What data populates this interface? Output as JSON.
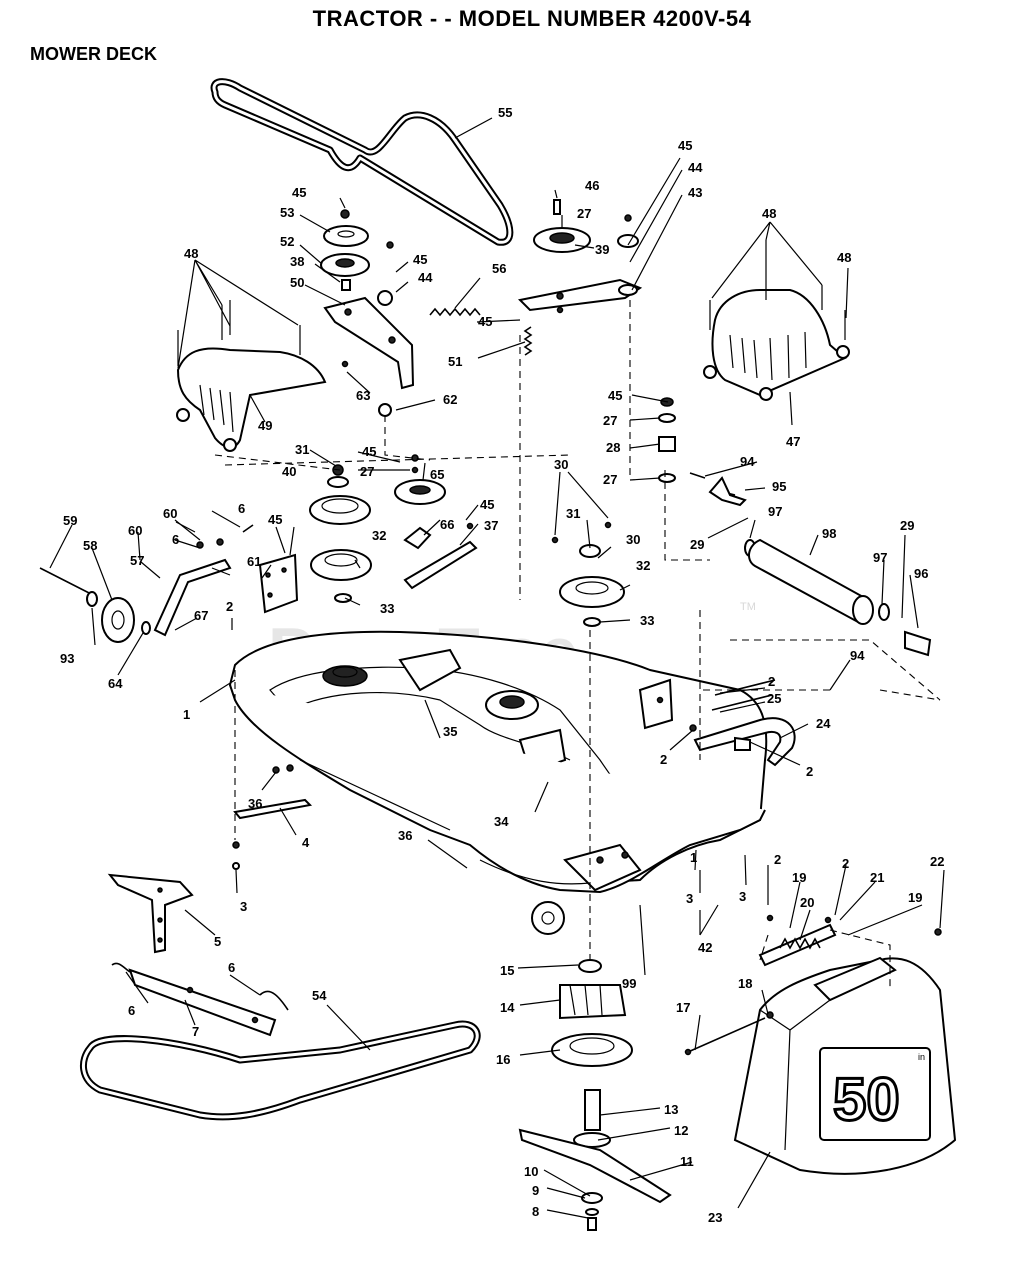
{
  "header": {
    "title": "TRACTOR - - MODEL NUMBER 4200V-54",
    "section": "MOWER DECK"
  },
  "watermark": {
    "text": "PartsTree",
    "trademark": "TM"
  },
  "badge": {
    "number": "50",
    "mark": "in"
  },
  "callouts": [
    {
      "id": "c55",
      "text": "55"
    },
    {
      "id": "c46",
      "text": "46"
    },
    {
      "id": "c45a",
      "text": "45"
    },
    {
      "id": "c44a",
      "text": "44"
    },
    {
      "id": "c43",
      "text": "43"
    },
    {
      "id": "c27a",
      "text": "27"
    },
    {
      "id": "c39",
      "text": "39"
    },
    {
      "id": "c45b",
      "text": "45"
    },
    {
      "id": "c53",
      "text": "53"
    },
    {
      "id": "c52",
      "text": "52"
    },
    {
      "id": "c38",
      "text": "38"
    },
    {
      "id": "c50",
      "text": "50"
    },
    {
      "id": "c45c",
      "text": "45"
    },
    {
      "id": "c44b",
      "text": "44"
    },
    {
      "id": "c56",
      "text": "56"
    },
    {
      "id": "c45d",
      "text": "45"
    },
    {
      "id": "c51",
      "text": "51"
    },
    {
      "id": "c48a",
      "text": "48"
    },
    {
      "id": "c48b",
      "text": "48"
    },
    {
      "id": "c48c",
      "text": "48"
    },
    {
      "id": "c47",
      "text": "47"
    },
    {
      "id": "c49",
      "text": "49"
    },
    {
      "id": "c63",
      "text": "63"
    },
    {
      "id": "c62",
      "text": "62"
    },
    {
      "id": "c45e",
      "text": "45"
    },
    {
      "id": "c27b",
      "text": "27"
    },
    {
      "id": "c28",
      "text": "28"
    },
    {
      "id": "c27c",
      "text": "27"
    },
    {
      "id": "c31a",
      "text": "31"
    },
    {
      "id": "c45f",
      "text": "45"
    },
    {
      "id": "c27d",
      "text": "27"
    },
    {
      "id": "c65",
      "text": "65"
    },
    {
      "id": "c40",
      "text": "40"
    },
    {
      "id": "c30a",
      "text": "30"
    },
    {
      "id": "c94a",
      "text": "94"
    },
    {
      "id": "c95",
      "text": "95"
    },
    {
      "id": "c6a",
      "text": "6"
    },
    {
      "id": "c60a",
      "text": "60"
    },
    {
      "id": "c45g",
      "text": "45"
    },
    {
      "id": "c66",
      "text": "66"
    },
    {
      "id": "c45h",
      "text": "45"
    },
    {
      "id": "c37",
      "text": "37"
    },
    {
      "id": "c31b",
      "text": "31"
    },
    {
      "id": "c30b",
      "text": "30"
    },
    {
      "id": "c29a",
      "text": "29"
    },
    {
      "id": "c97a",
      "text": "97"
    },
    {
      "id": "c98",
      "text": "98"
    },
    {
      "id": "c29b",
      "text": "29"
    },
    {
      "id": "c59",
      "text": "59"
    },
    {
      "id": "c60b",
      "text": "60"
    },
    {
      "id": "c6b",
      "text": "6"
    },
    {
      "id": "c58",
      "text": "58"
    },
    {
      "id": "c57",
      "text": "57"
    },
    {
      "id": "c61",
      "text": "61"
    },
    {
      "id": "c32a",
      "text": "32"
    },
    {
      "id": "c32b",
      "text": "32"
    },
    {
      "id": "c97b",
      "text": "97"
    },
    {
      "id": "c96",
      "text": "96"
    },
    {
      "id": "c2a",
      "text": "2"
    },
    {
      "id": "c67",
      "text": "67"
    },
    {
      "id": "c33a",
      "text": "33"
    },
    {
      "id": "c33b",
      "text": "33"
    },
    {
      "id": "c93",
      "text": "93"
    },
    {
      "id": "c64",
      "text": "64"
    },
    {
      "id": "c94b",
      "text": "94"
    },
    {
      "id": "c1",
      "text": "1"
    },
    {
      "id": "c2b",
      "text": "2"
    },
    {
      "id": "c25",
      "text": "25"
    },
    {
      "id": "c35",
      "text": "35"
    },
    {
      "id": "c24",
      "text": "24"
    },
    {
      "id": "c2c",
      "text": "2"
    },
    {
      "id": "c2d",
      "text": "2"
    },
    {
      "id": "c36a",
      "text": "36"
    },
    {
      "id": "c4",
      "text": "4"
    },
    {
      "id": "c34",
      "text": "34"
    },
    {
      "id": "c36b",
      "text": "36"
    },
    {
      "id": "c1b",
      "text": "1"
    },
    {
      "id": "c3a",
      "text": "3"
    },
    {
      "id": "c3b",
      "text": "3"
    },
    {
      "id": "c3c",
      "text": "3"
    },
    {
      "id": "c2e",
      "text": "2"
    },
    {
      "id": "c2f",
      "text": "2"
    },
    {
      "id": "c22",
      "text": "22"
    },
    {
      "id": "c19a",
      "text": "19"
    },
    {
      "id": "c21",
      "text": "21"
    },
    {
      "id": "c20",
      "text": "20"
    },
    {
      "id": "c19b",
      "text": "19"
    },
    {
      "id": "c42",
      "text": "42"
    },
    {
      "id": "c5",
      "text": "5"
    },
    {
      "id": "c99",
      "text": "99"
    },
    {
      "id": "c15",
      "text": "15"
    },
    {
      "id": "c6c",
      "text": "6"
    },
    {
      "id": "c6d",
      "text": "6"
    },
    {
      "id": "c7",
      "text": "7"
    },
    {
      "id": "c14",
      "text": "14"
    },
    {
      "id": "c18",
      "text": "18"
    },
    {
      "id": "c17",
      "text": "17"
    },
    {
      "id": "c54",
      "text": "54"
    },
    {
      "id": "c16",
      "text": "16"
    },
    {
      "id": "c13",
      "text": "13"
    },
    {
      "id": "c12",
      "text": "12"
    },
    {
      "id": "c11",
      "text": "11"
    },
    {
      "id": "c10",
      "text": "10"
    },
    {
      "id": "c9",
      "text": "9"
    },
    {
      "id": "c8",
      "text": "8"
    },
    {
      "id": "c23",
      "text": "23"
    }
  ]
}
